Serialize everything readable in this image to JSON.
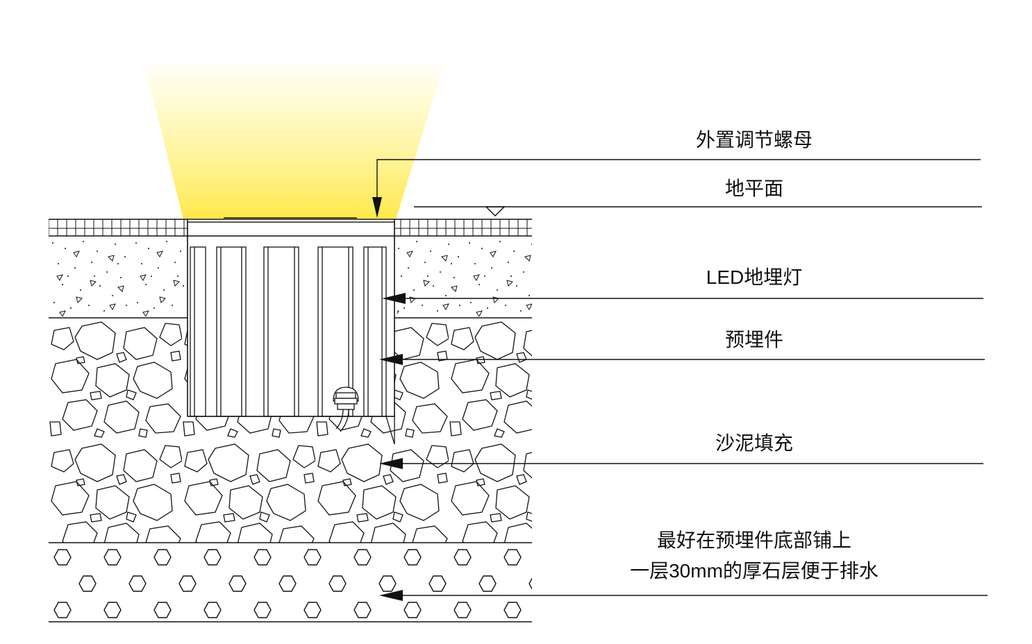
{
  "labels": {
    "nut": "外置调节螺母",
    "ground": "地平面",
    "light": "LED地埋灯",
    "embedded": "预埋件",
    "fill": "沙泥填充",
    "gravel_line1": "最好在预埋件底部铺上",
    "gravel_line2": "一层30mm的厚石层便于排水"
  },
  "colors": {
    "line": "#111111",
    "beam": "#fff27a",
    "background": "#ffffff"
  }
}
